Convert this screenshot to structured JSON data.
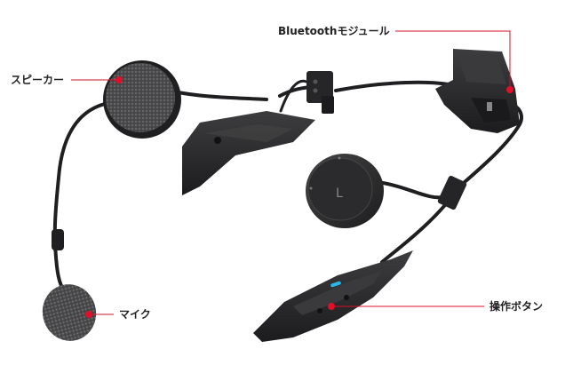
{
  "labels": {
    "speaker": "スピーカー",
    "bluetooth_module": "Bluetoothモジュール",
    "mic": "マイク",
    "buttons": "操作ボタン"
  },
  "colors": {
    "callout_line": "#d4102a",
    "callout_dot": "#e0102a",
    "device_body": "#2b2b2d",
    "foam": "#555555",
    "led": "#29b6e8"
  }
}
